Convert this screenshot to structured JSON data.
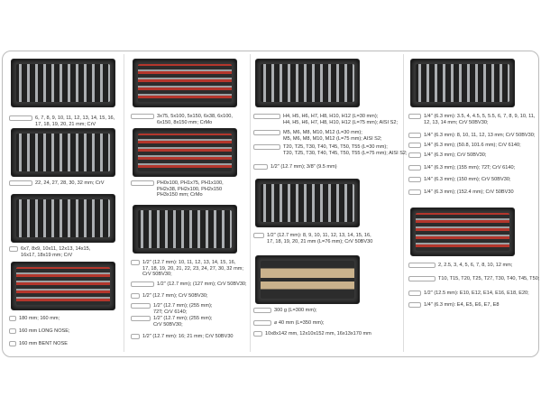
{
  "columns": [
    {
      "trays": [
        "dark",
        "dark",
        "dark",
        "red"
      ],
      "texts": [
        "6, 7, 8, 9, 10, 11, 12, 13, 14, 15, 16,\n17, 18, 19, 20, 21 mm; CrV",
        "22, 24, 27, 28, 30, 32 mm; CrV",
        "6x7, 8x9, 10x11, 12x13, 14x15,\n16x17, 18x19 mm; CrV",
        "180 mm;          160 mm;",
        "160 mm LONG NOSE;",
        "160 mm BENT NOSE"
      ]
    },
    {
      "trays": [
        "red",
        "red",
        "dark"
      ],
      "texts": [
        "3x75, 5x100, 5x150, 6x38, 6x100,\n6x150, 8x150 mm; CrMo",
        "PH0x100, PH1x75, PH1x100,\nPH2x38, PH2x100, PH2x150\nPH3x150 mm; CrMo",
        "1/2\" (12.7 mm): 10, 11, 12, 13, 14, 15, 16,\n17, 18, 19, 20, 21, 22, 23, 24, 27, 30, 32 mm;\nCrV 50BV30;",
        "1/2\" (12.7 mm); (127 mm); CrV 50BV30;",
        "1/2\" (12.7 mm); CrV 50BV30;",
        "1/2\" (12.7 mm); (255 mm);\n72T; CrV 6140;",
        "1/2\" (12.7 mm); (255 mm);\nCrV 50BV30;",
        "1/2\" (12.7 mm): 16; 21 mm; CrV 50BV30"
      ]
    },
    {
      "trays": [
        "dark",
        "dark",
        "wood"
      ],
      "texts": [
        "H4, H5, H6, H7, H8, H10, H12 (L=30 mm);\nH4, H5, H6, H7, H8, H10, H12 (L=75 mm); AISI S2;",
        "M5, M6, M8, M10, M12 (L=30 mm);\nM5, M6, M8, M10, M12 (L=75 mm); AISI S2;",
        "T20, T25, T30, T40, T45, T50, T55 (L=30 mm);\nT20, T25, T30, T40, T45, T50, T55 (L=75 mm); AISI S2;",
        "1/2\" (12.7 mm); 3/8\" (9.5 mm)",
        "1/2\" (12.7 mm): 8, 9, 10, 11, 12, 13, 14, 15, 16,\n17, 18, 19, 20, 21 mm (L=76 mm); CrV 50BV30",
        "300 g (L=300 mm);",
        "⌀ 40 mm (L=350 mm);",
        "10x8x142 mm, 12x10x152 mm, 16x13x170 mm"
      ]
    },
    {
      "trays": [
        "dark",
        "red"
      ],
      "texts": [
        "1/4\" (6.3 mm): 3.5, 4, 4.5, 5, 5.5, 6, 7, 8, 9, 10, 11,\n12, 13, 14 mm; CrV 50BV30;",
        "1/4\" (6.3 mm): 8, 10, 11, 12, 13 mm; CrV 50BV30;",
        "1/4\" (6.3 mm); (50.8, 101.6 mm); CrV 6140;",
        "1/4\" (6.3 mm); CrV 50BV30;",
        "1/4\" (6.3 mm); (155 mm); 72T; CrV 6140;",
        "1/4\" (6.3 mm); (150 mm); CrV 50BV30;",
        "1/4\" (6.3 mm); (152.4 mm); CrV 50BV30",
        "2, 2.5, 3, 4, 5, 6, 7,  8, 10, 12 mm;",
        "T10, T15, T20, T25, T27, T30, T40, T45, T50;",
        "1/2\" (12.5 mm): E10, E12, E14, E16, E18, E20;",
        "1/4\" (6.3 mm): E4, E5, E6, E7, E8"
      ]
    }
  ]
}
